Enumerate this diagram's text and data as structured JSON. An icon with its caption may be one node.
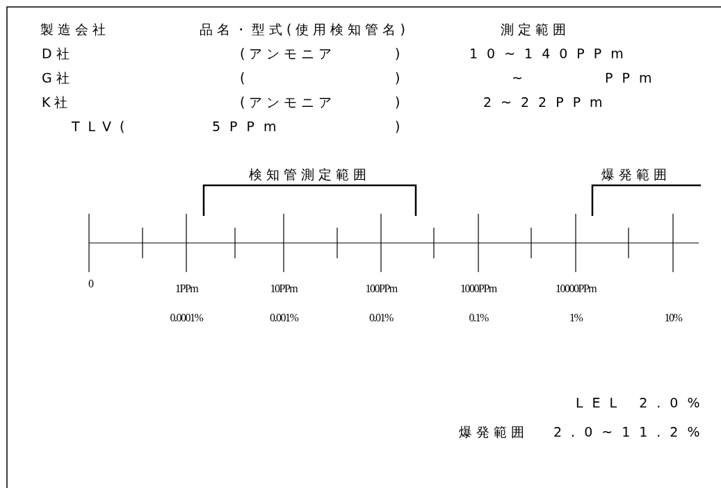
{
  "diagram": {
    "labels": [
      "製造会社",
      "品名・型式(使用検知管名)",
      "測定範囲",
      "D社",
      "(アンモニア",
      ")",
      "10~140PPm",
      "G社",
      "(",
      ")",
      "~",
      "PPm",
      "K社",
      "(アンモニア",
      ")",
      "2~22PPm",
      "TLV(",
      "5PPm",
      ")",
      "検知管測定範囲",
      "爆発範囲",
      "0",
      "1PPm",
      "10PPm",
      "100PPm",
      "1000PPm",
      "10000PPm",
      "0.0001%",
      "0.001%",
      "0.01%",
      "0.1%",
      "1%",
      "10%",
      "LEL 2.0%",
      "爆発範囲",
      "2.0~11.2%"
    ]
  }
}
